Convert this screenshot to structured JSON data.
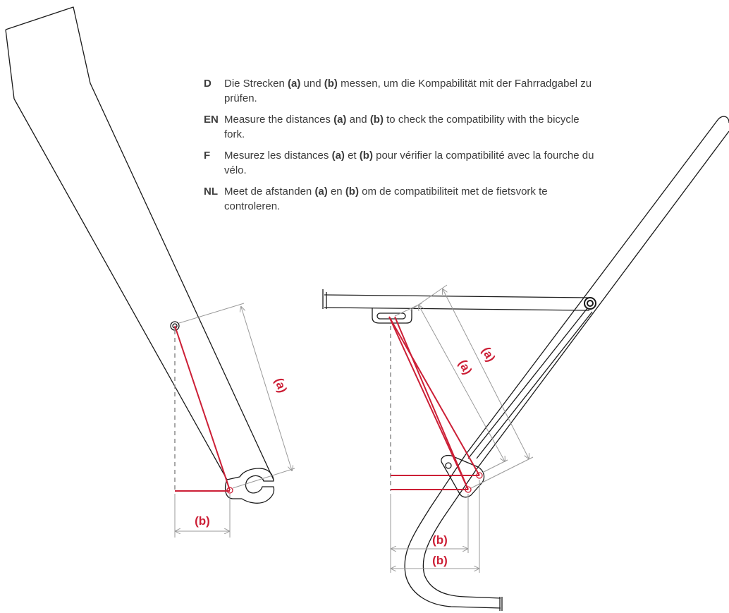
{
  "instructions": [
    {
      "lang": "D",
      "pre": "Die Strecken ",
      "a": "(a)",
      "mid": " und ",
      "b": "(b)",
      "post": " messen, um die Kompabilität mit der Fahrradgabel zu prüfen."
    },
    {
      "lang": "EN",
      "pre": "Measure the distances ",
      "a": "(a)",
      "mid": " and ",
      "b": "(b)",
      "post": " to check the compatibility with the bicycle fork."
    },
    {
      "lang": "F",
      "pre": "Mesurez les distances ",
      "a": "(a)",
      "mid": " et ",
      "b": "(b)",
      "post": " pour vérifier la compatibilité avec la fourche du vélo."
    },
    {
      "lang": "NL",
      "pre": "Meet de afstanden ",
      "a": "(a)",
      "mid": " en ",
      "b": "(b)",
      "post": " om de compatibiliteit met de fietsvork te controleren."
    }
  ],
  "labels": {
    "left_a": "(a)",
    "left_b": "(b)",
    "right_a1": "(a)",
    "right_a2": "(a)",
    "right_b1": "(b)",
    "right_b2": "(b)"
  },
  "colors": {
    "accent": "#cc1f36",
    "line": "#1a1a1a",
    "dimension": "#9a9a9a",
    "text": "#3c3c3c"
  }
}
